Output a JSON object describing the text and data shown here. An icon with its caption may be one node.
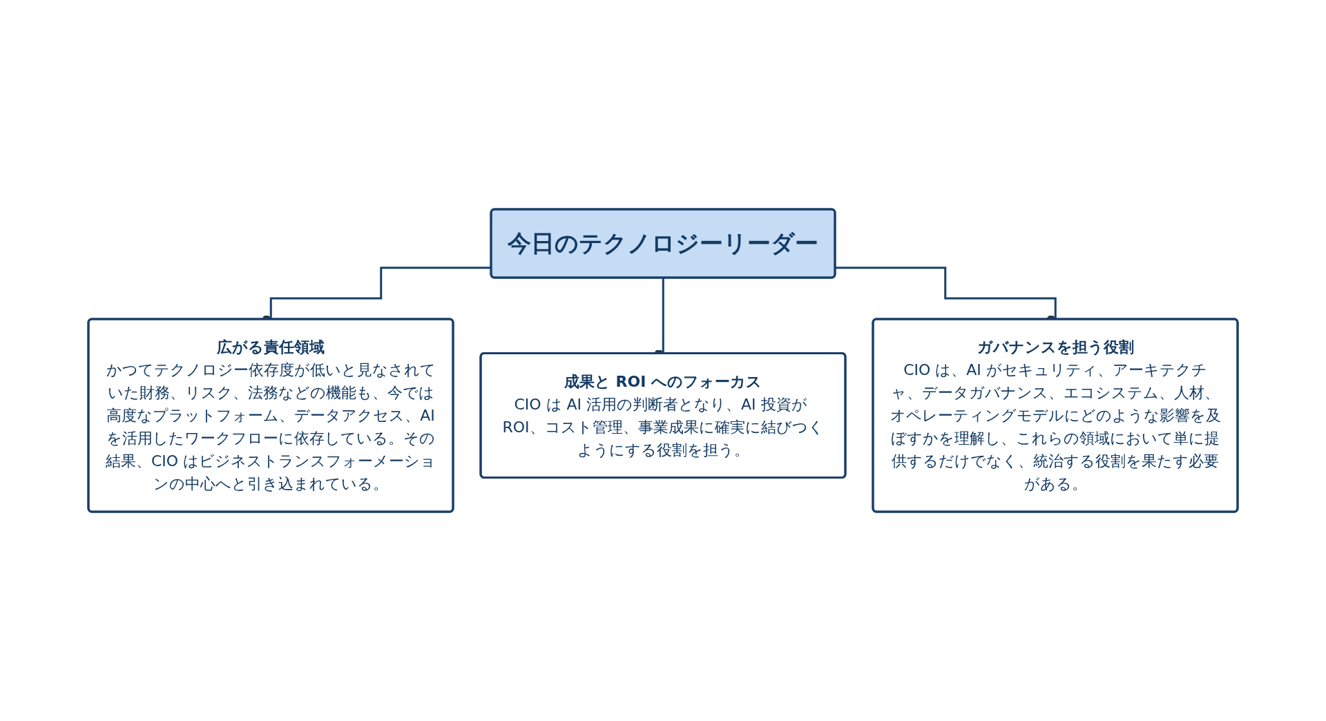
{
  "diagram": {
    "nodes": [
      {
        "text": [
          "今日のテクノロジーリーダー"
        ]
      },
      {
        "text": [
          "広がる責任領域",
          "かつてテクノロジー依存度が低いと見なされていた財務、リスク、法務などの機能も、今では高度なプラットフォーム、データアクセス、AIを活用したワークフローに依存している。その結果、CIO はビジネストランスフォーメーションの中心へと引き込まれている。"
        ]
      },
      {
        "text": [
          "成果と ROI へのフォーカス",
          "CIO は AI 活用の判断者となり、AI 投資が ROI、コスト管理、事業成果に確実に結びつくようにする役割を担う。"
        ]
      },
      {
        "text": [
          "ガバナンスを担う役割",
          "CIO は、AI がセキュリティ、アーキテクチャ、データガバナンス、エコシステム、人材、オペレーティングモデルにどのような影響を及ぼすかを理解し、これらの領域において単に提供するだけでなく、統治する役割を果たす必要がある。"
        ]
      }
    ],
    "edges": [
      {
        "from": 0,
        "to": 1,
        "arrow": "other"
      },
      {
        "from": 0,
        "to": 2,
        "arrow": "other"
      },
      {
        "from": 0,
        "to": 3,
        "arrow": "other"
      }
    ]
  }
}
